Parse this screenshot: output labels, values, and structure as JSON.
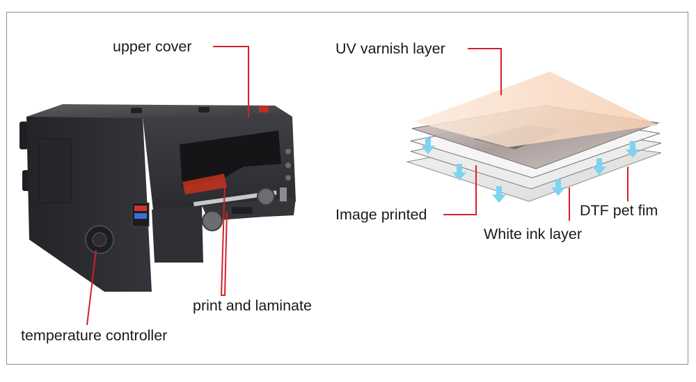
{
  "printer_labels": {
    "upper_cover": "upper cover",
    "print_and_laminate": "print and laminate",
    "temperature_controller": "temperature controller"
  },
  "layer_labels": {
    "uv_varnish": "UV varnish layer",
    "image_printed": "Image printed",
    "white_ink": "White ink layer",
    "dtf_pet_film": "DTF pet fim"
  },
  "colors": {
    "leader_line": "#d42026",
    "printer_body": "#2c2d30",
    "arrow": "#7fd3ee",
    "frame": "#8c8c8c"
  }
}
